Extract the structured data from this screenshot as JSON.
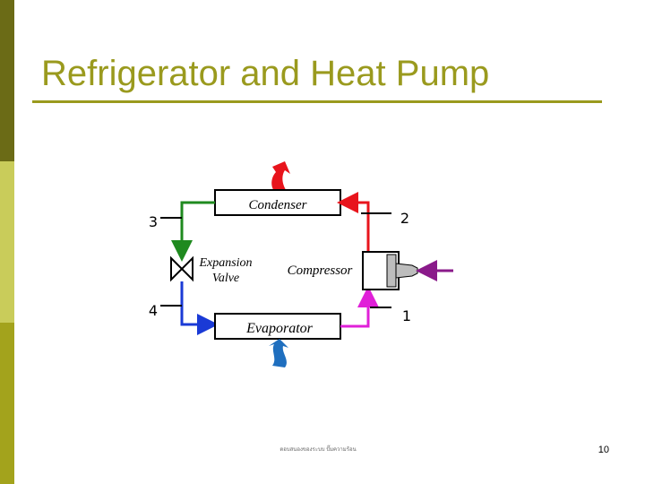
{
  "slide": {
    "title": "Refrigerator and Heat Pump",
    "footer": "ตอบสนองของระบบ ปั๊มความร้อน",
    "page_number": "10"
  },
  "diagram": {
    "components": {
      "condenser": "Condenser",
      "expansion_valve_line1": "Expansion",
      "expansion_valve_line2": "Valve",
      "compressor": "Compressor",
      "evaporator": "Evaporator"
    },
    "states": {
      "s1": "1",
      "s2": "2",
      "s3": "3",
      "s4": "4"
    }
  },
  "colors": {
    "theme": "#9a9a1e",
    "hot_line": "#e8141c",
    "green_line": "#1f8a1f",
    "blue_line": "#1a3ad6",
    "magenta_line": "#e020d8",
    "work_in": "#8a1a8a",
    "heat_out": "#e8141c",
    "heat_in": "#1f6fbf"
  }
}
